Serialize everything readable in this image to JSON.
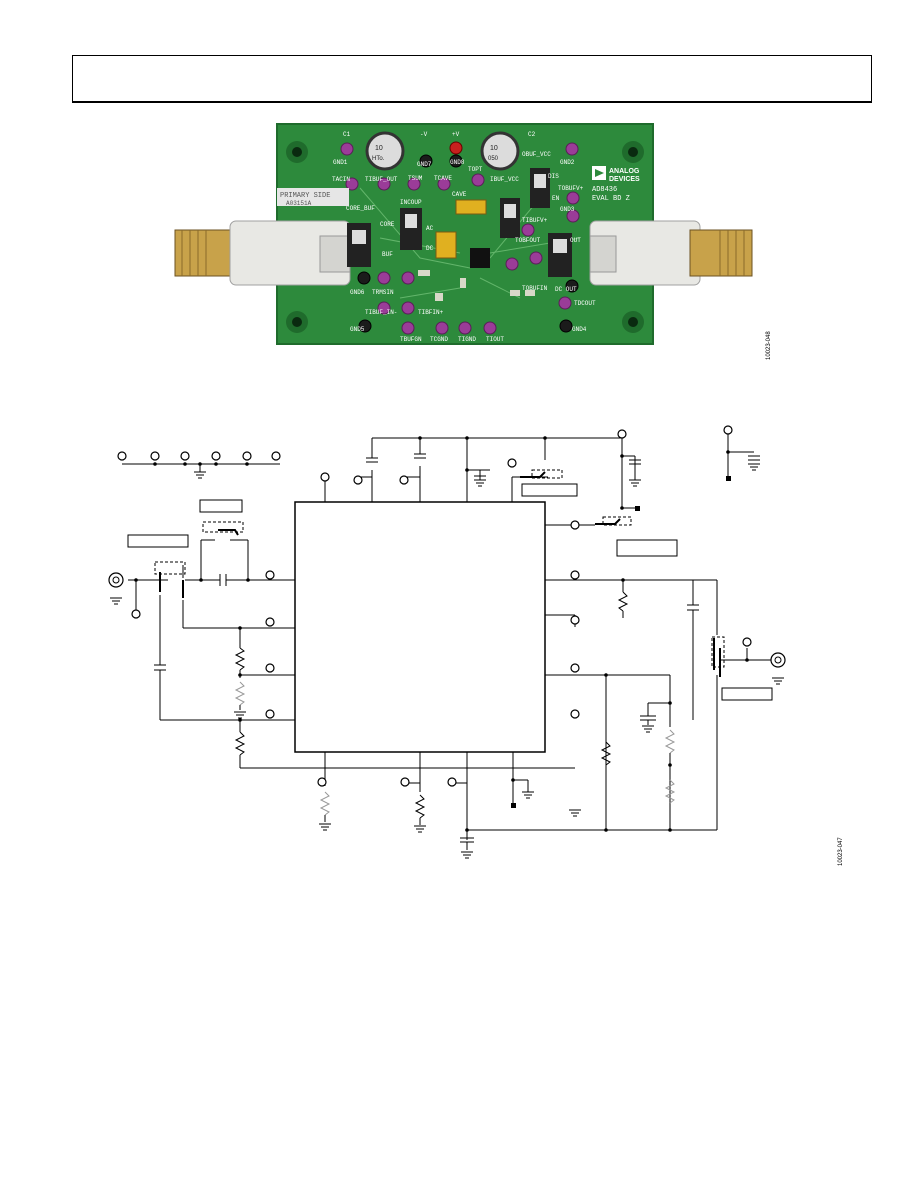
{
  "board": {
    "model": "AD8436",
    "eval_label": "EVAL BD Z",
    "brand_line1": "ANALOG",
    "brand_line2": "DEVICES",
    "side_label": "PRIMARY SIDE",
    "part_code": "A03151A",
    "labels": {
      "c1": "C1",
      "c2": "C2",
      "minus_v": "-V",
      "plus_v": "+V",
      "gnd1": "GND1",
      "gnd2": "GND2",
      "gnd3": "GND3",
      "gnd4": "GND4",
      "gnd5": "GND5",
      "gnd6": "GND6",
      "gnd7": "GND7",
      "gnd8": "GND8",
      "obuf_vcc": "OBUF_VCC",
      "ibuf_vcc": "IBUF_VCC",
      "tacin": "TACIN",
      "tibuf_out": "TIBUF_OUT",
      "tsum": "TSUM",
      "tcave": "TCAVE",
      "topt": "TOPT",
      "core_buf": "CORE_BUF",
      "incoup": "INCOUP",
      "core": "CORE",
      "buf": "BUF",
      "ac": "AC",
      "dc": "DC",
      "cave": "CAVE",
      "dis": "DIS",
      "en": "EN",
      "tobufv_plus": "TOBUFV+",
      "tibufv_plus": "TIBUFV+",
      "tobfout": "TOBFOUT",
      "out": "OUT",
      "dc_out": "DC OUT",
      "tdcout": "TDCOUT",
      "tobufin": "TOBUFIN",
      "tibuf_in_minus": "TIBUF_IN-",
      "tibfin_plus": "TIBFIN+",
      "trmsin": "TRMSIN",
      "tbufgn": "TBUFGN",
      "tcgnd": "TCGND",
      "tigng": "TIGND",
      "tiout": "TIOUT",
      "cap_val1": "10",
      "cap_val2": "10",
      "cap_txt": "HTo.",
      "cap_num": "050"
    }
  },
  "figure_ids": {
    "photo": "10023-048",
    "schematic": "10023-047"
  },
  "colors": {
    "pcb_green": "#2d8a3c",
    "pcb_dark": "#1f6b2c",
    "pad_purple": "#9a3c98",
    "red_post": "#c8201e",
    "connector_white": "#e8e8e4",
    "tantalum": "#e0b020"
  }
}
